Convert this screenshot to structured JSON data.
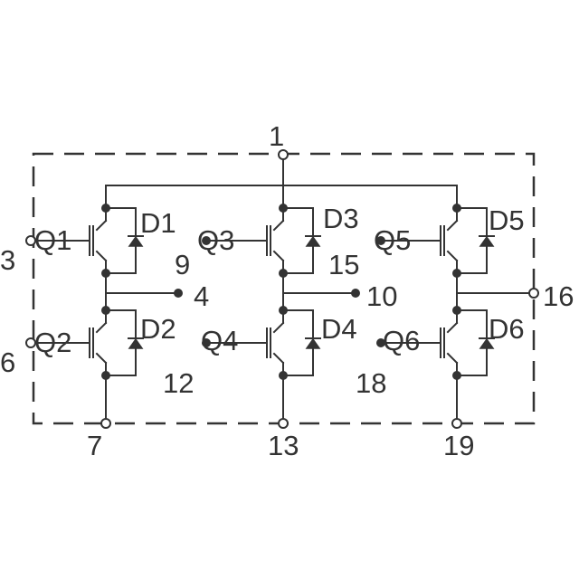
{
  "transistors": [
    {
      "label": "Q1",
      "diode": "D1"
    },
    {
      "label": "Q2",
      "diode": "D2"
    },
    {
      "label": "Q3",
      "diode": "D3"
    },
    {
      "label": "Q4",
      "diode": "D4"
    },
    {
      "label": "Q5",
      "diode": "D5"
    },
    {
      "label": "Q6",
      "diode": "D6"
    }
  ],
  "pins": {
    "p1": "1",
    "p3": "3",
    "p4": "4",
    "p6": "6",
    "p7": "7",
    "p9": "9",
    "p10": "10",
    "p12": "12",
    "p13": "13",
    "p15": "15",
    "p16": "16",
    "p18": "18",
    "p19": "19"
  },
  "colors": {
    "ink": "#333333",
    "background": "#ffffff"
  }
}
